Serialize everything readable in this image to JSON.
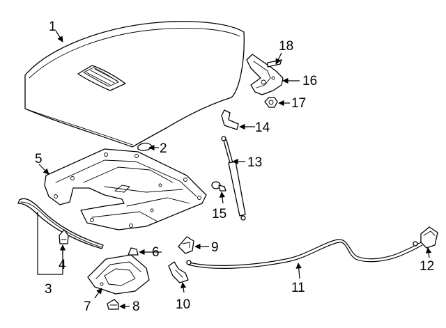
{
  "colors": {
    "line": "#000000",
    "background": "#ffffff"
  },
  "callouts": {
    "c1": "1",
    "c2": "2",
    "c3": "3",
    "c4": "4",
    "c5": "5",
    "c6": "6",
    "c7": "7",
    "c8": "8",
    "c9": "9",
    "c10": "10",
    "c11": "11",
    "c12": "12",
    "c13": "13",
    "c14": "14",
    "c15": "15",
    "c16": "16",
    "c17": "17",
    "c18": "18"
  }
}
